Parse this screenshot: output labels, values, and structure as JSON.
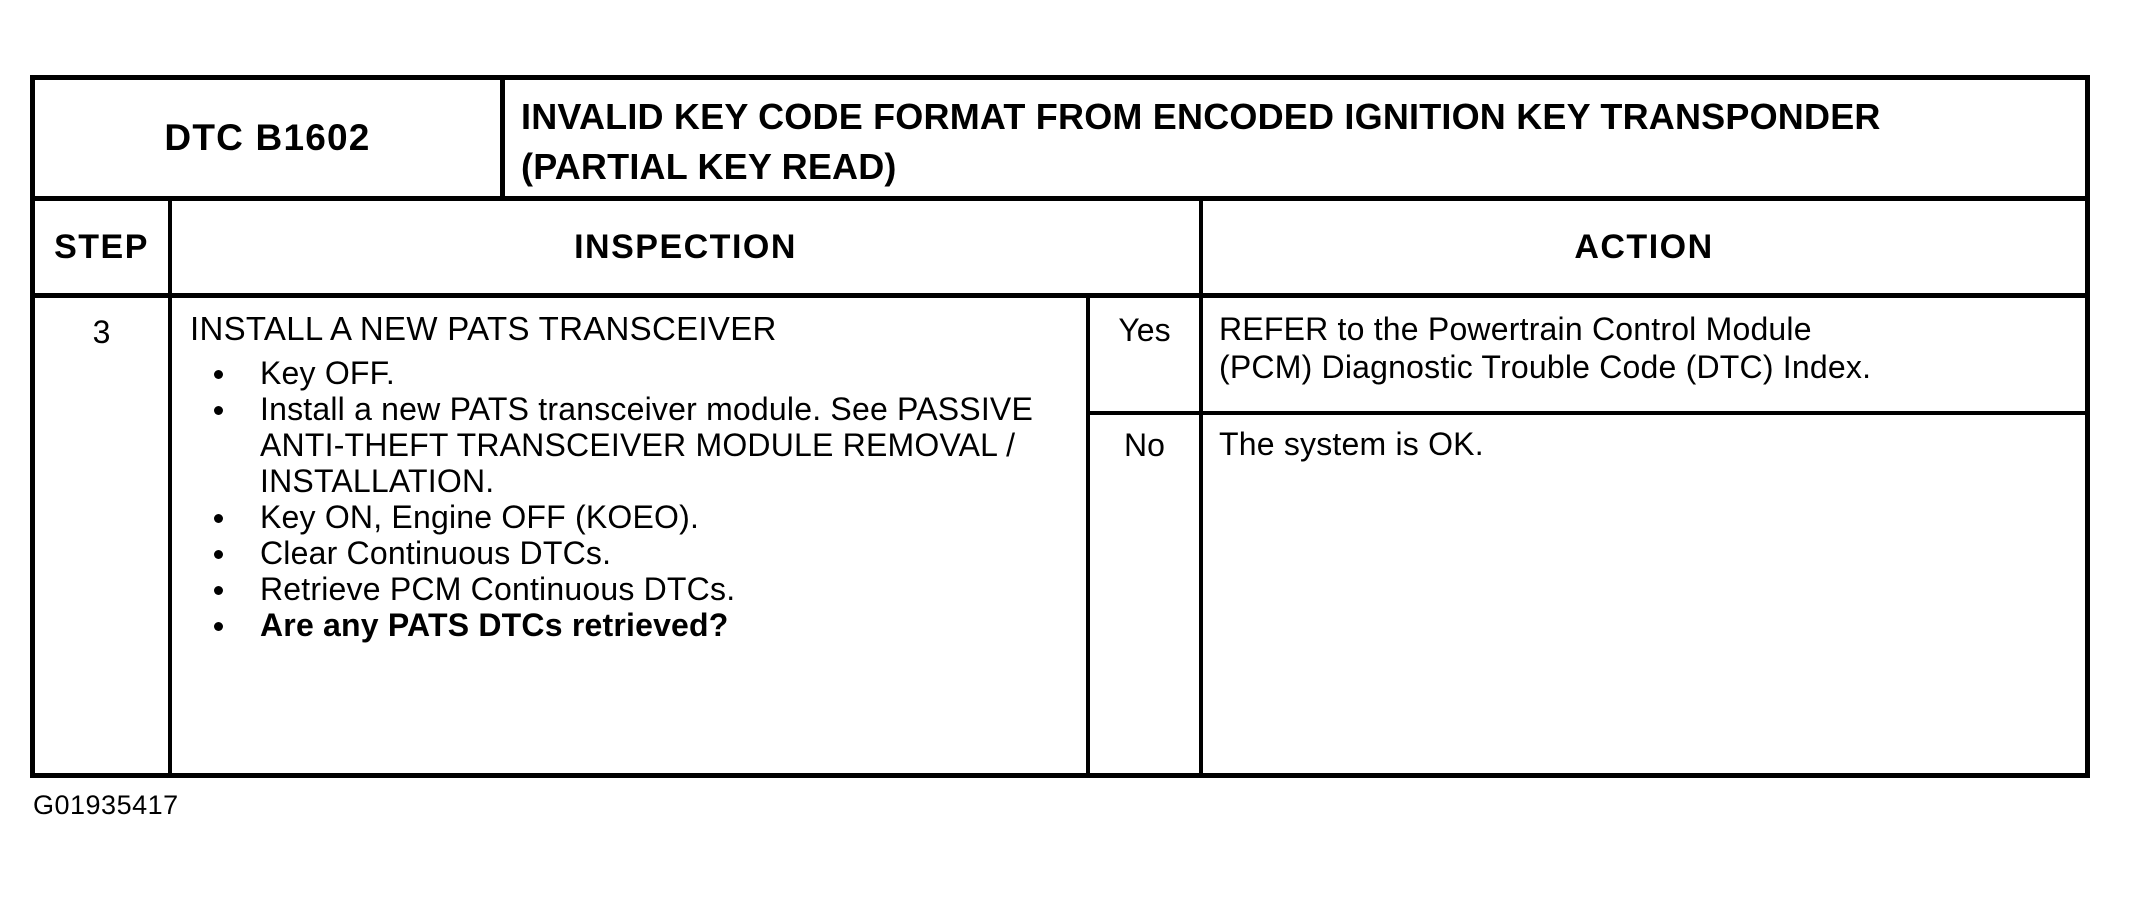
{
  "document": {
    "type": "diagnostic-procedure-table",
    "figure_caption": "G01935417"
  },
  "table": {
    "title": {
      "dtc_code": "DTC B1602",
      "description_lines": [
        "INVALID KEY CODE FORMAT FROM ENCODED IGNITION KEY TRANSPONDER",
        "(PARTIAL KEY READ)"
      ]
    },
    "column_headers": {
      "step": "STEP",
      "inspection": "INSPECTION",
      "action": "ACTION"
    },
    "rows": [
      {
        "step": "3",
        "inspection": {
          "heading": "INSTALL A NEW PATS TRANSCEIVER",
          "bullets": [
            {
              "text": "Key OFF.",
              "bold": false
            },
            {
              "text": "Install a new PATS transceiver module. See PASSIVE ANTI-THEFT TRANSCEIVER MODULE REMOVAL / INSTALLATION.",
              "bold": false
            },
            {
              "text": "Key ON, Engine OFF (KOEO).",
              "bold": false
            },
            {
              "text": "Clear Continuous DTCs.",
              "bold": false
            },
            {
              "text": "Retrieve PCM Continuous DTCs.",
              "bold": false
            },
            {
              "text": "Are any PATS DTCs retrieved?",
              "bold": true
            }
          ]
        },
        "actions": [
          {
            "answer": "Yes",
            "lines": [
              "REFER to the Powertrain Control Module",
              "(PCM) Diagnostic Trouble Code (DTC) Index."
            ]
          },
          {
            "answer": "No",
            "lines": [
              "The system is OK."
            ]
          }
        ]
      }
    ]
  },
  "colors": {
    "ink": "#000000",
    "paper": "#ffffff"
  }
}
